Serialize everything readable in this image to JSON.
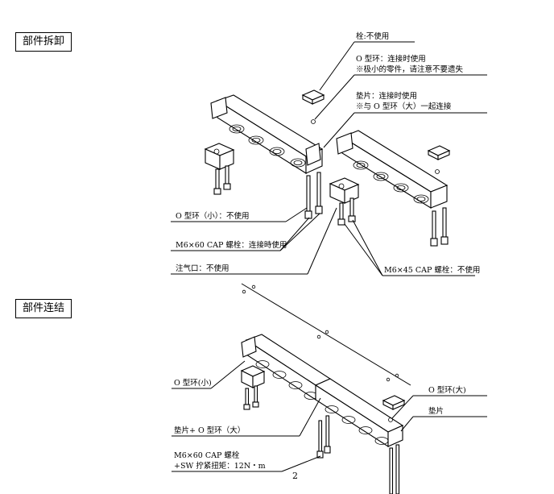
{
  "sections": {
    "disassembly": "部件拆卸",
    "connection": "部件连结"
  },
  "callouts_top": {
    "plug": "栓:不使用",
    "oring_line1": "O 型环：连接时使用",
    "oring_line2": "※极小的零件，请注意不要遗失",
    "gasket_line1": "垫片：连接时使用",
    "gasket_line2": "※与 O 型环（大）一起连接",
    "oring_small": "O 型环（小）：不使用",
    "m6x60": "M6×60 CAP 螺栓：连接時使用",
    "inlet": "注气口：不使用",
    "m6x45": "M6×45 CAP 螺栓：不使用"
  },
  "callouts_bottom": {
    "oring_small": "O 型环(小)",
    "oring_large": "O 型环(大)",
    "gasket": "垫片",
    "gasket_oring": "垫片+ O 型环（大）",
    "bolt_line1": "M6×60 CAP 螺栓",
    "bolt_line2": "+SW 拧紧扭矩：12N・m"
  },
  "page_number": "2"
}
